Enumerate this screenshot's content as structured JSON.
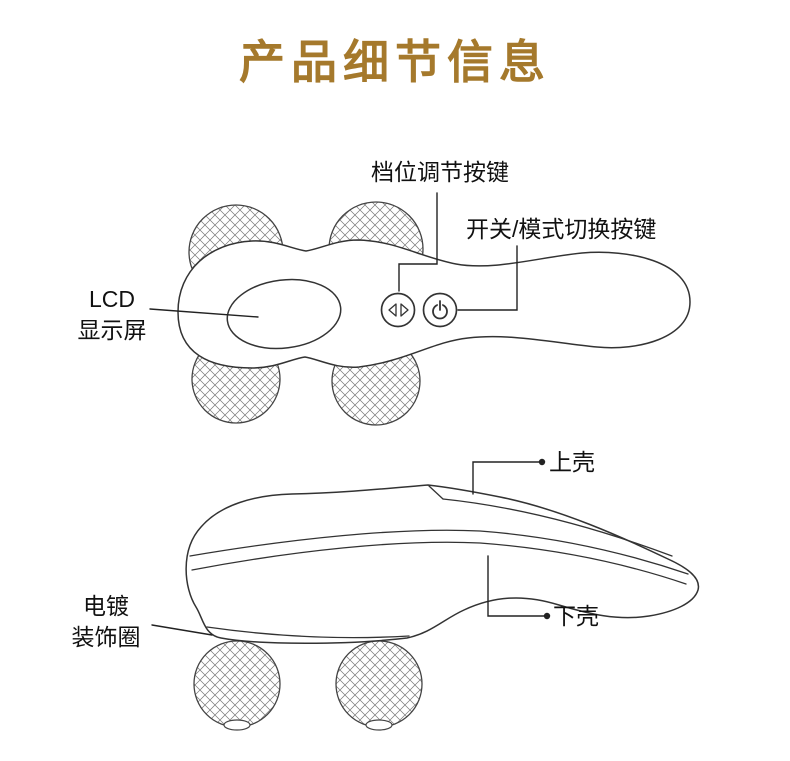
{
  "title": {
    "text": "产品细节信息"
  },
  "colors": {
    "title_gold": "#a5792c",
    "outline": "#333333",
    "callout_line": "#222222",
    "label_text": "#111111"
  },
  "labels": {
    "gear_button": "档位调节按键",
    "power_mode_button": "开关/模式切换按键",
    "lcd_line1": "LCD",
    "lcd_line2": "显示屏",
    "upper_shell": "上壳",
    "lower_shell": "下壳",
    "ring_line1": "电镀",
    "ring_line2": "装饰圈"
  },
  "icons": {
    "gear_adjust_button": "left-right-triangle-arrows-icon",
    "power_mode_toggle": "power-symbol-icon",
    "massage_rollers": "mesh-sphere"
  }
}
